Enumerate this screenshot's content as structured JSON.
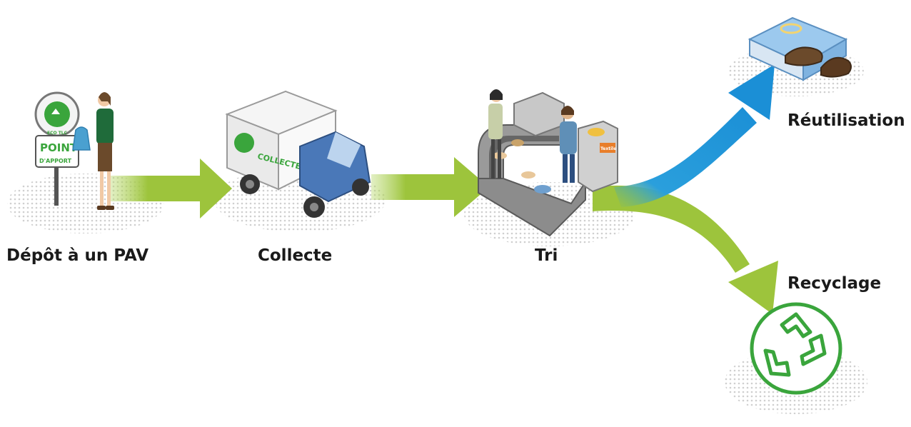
{
  "steps": {
    "depot": {
      "label": "Dépôt à un PAV",
      "sign_point": "POINT",
      "sign_apport": "D'APPORT",
      "badge_text": "ECO TLC"
    },
    "collecte": {
      "label": "Collecte",
      "truck_text": "COLLECTE"
    },
    "tri": {
      "label": "Tri",
      "bin_text": "Textile"
    }
  },
  "outcomes": {
    "reutilisation": {
      "label": "Réutilisation"
    },
    "recyclage": {
      "label": "Recyclage"
    }
  },
  "colors": {
    "green_arrow": "#9dc43c",
    "blue_arrow": "#1f96d9",
    "recycle_green": "#3aa53c",
    "truck_blue": "#4a78b8"
  }
}
